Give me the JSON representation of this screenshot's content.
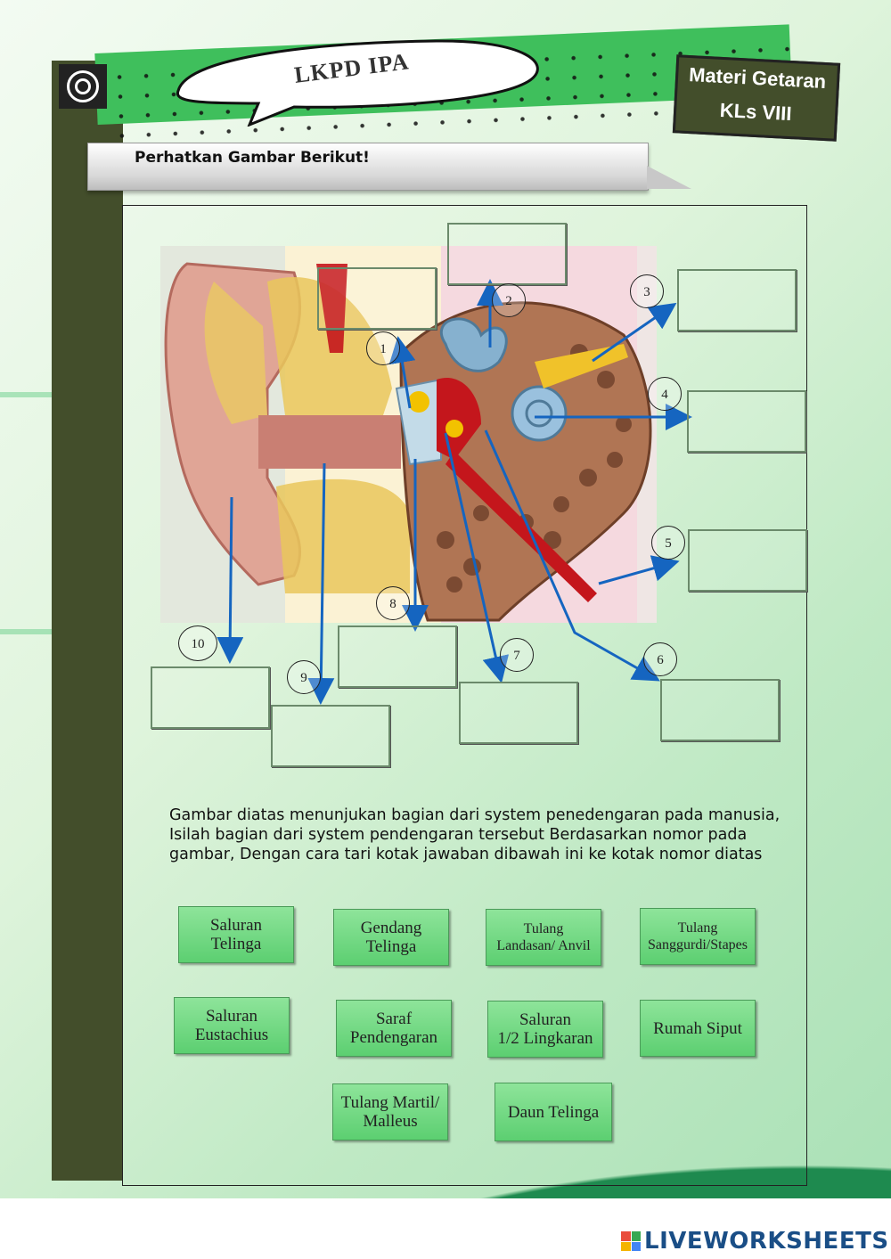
{
  "header": {
    "bubble_title": "LKPD IPA",
    "materi_line1": "Materi Getaran",
    "materi_line2": "KLs VIII",
    "instruction_title": "Perhatkan Gambar Berikut!"
  },
  "diagram": {
    "numbers": [
      "1",
      "2",
      "3",
      "4",
      "5",
      "6",
      "7",
      "8",
      "9",
      "10"
    ]
  },
  "instructions": {
    "line1": "Gambar diatas menunjukan bagian dari system penedengaran pada manusia,",
    "line2": "Isilah bagian dari system pendengaran tersebut Berdasarkan nomor pada",
    "line3": "gambar, Dengan cara tari kotak jawaban dibawah ini ke kotak nomor diatas"
  },
  "answers": [
    {
      "line1": "Saluran",
      "line2": "Telinga"
    },
    {
      "line1": "Gendang",
      "line2": "Telinga"
    },
    {
      "line1": "Tulang",
      "line2": "Landasan/ Anvil"
    },
    {
      "line1": "Tulang",
      "line2": "Sanggurdi/Stapes"
    },
    {
      "line1": "Saluran",
      "line2": "Eustachius"
    },
    {
      "line1": "Saraf",
      "line2": "Pendengaran"
    },
    {
      "line1": "Saluran",
      "line2": "1/2 Lingkaran"
    },
    {
      "line1": "Rumah Siput",
      "line2": ""
    },
    {
      "line1": "Tulang Martil/",
      "line2": "Malleus"
    },
    {
      "line1": "Daun Telinga",
      "line2": ""
    }
  ],
  "branding": {
    "logo_text": "LIVEWORKSHEETS"
  },
  "colors": {
    "sidebar": "#434e2b",
    "ribbon": "#3fbf5c",
    "tile": "#6fd67f",
    "arrow": "#1565c0"
  }
}
